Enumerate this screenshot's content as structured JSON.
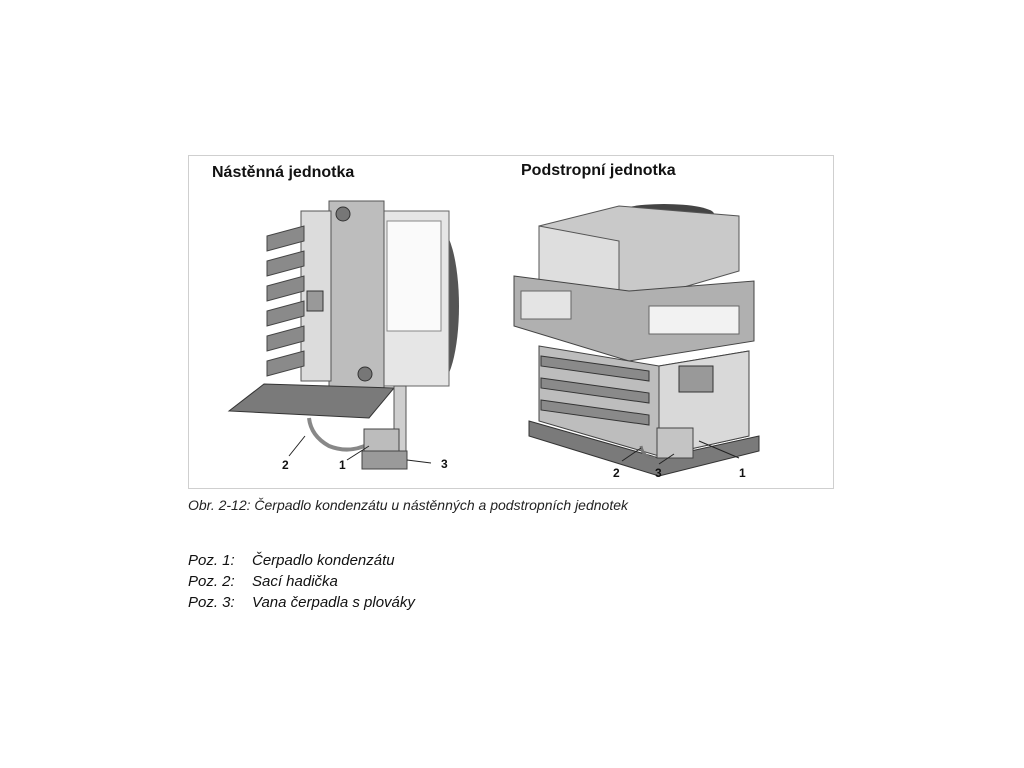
{
  "figure": {
    "headings": {
      "wall_unit": "Nástěnná jednotka",
      "ceiling_unit": "Podstropní jednotka"
    },
    "callouts": {
      "wall": [
        "2",
        "1",
        "3"
      ],
      "ceiling": [
        "2",
        "3",
        "1"
      ]
    },
    "caption": "Obr. 2-12: Čerpadlo kondenzátu u nástěnných a podstropních jednotek"
  },
  "legend": [
    {
      "position": "Poz. 1:",
      "label": "Čerpadlo kondenzátu"
    },
    {
      "position": "Poz. 2:",
      "label": "Sací hadička"
    },
    {
      "position": "Poz. 3:",
      "label": "Vana čerpadla s plováky"
    }
  ],
  "colors": {
    "frame_border": "#cfcfcf",
    "metal_light": "#d9d9d9",
    "metal_mid": "#a9a9a9",
    "metal_dark": "#6e6e6e"
  }
}
